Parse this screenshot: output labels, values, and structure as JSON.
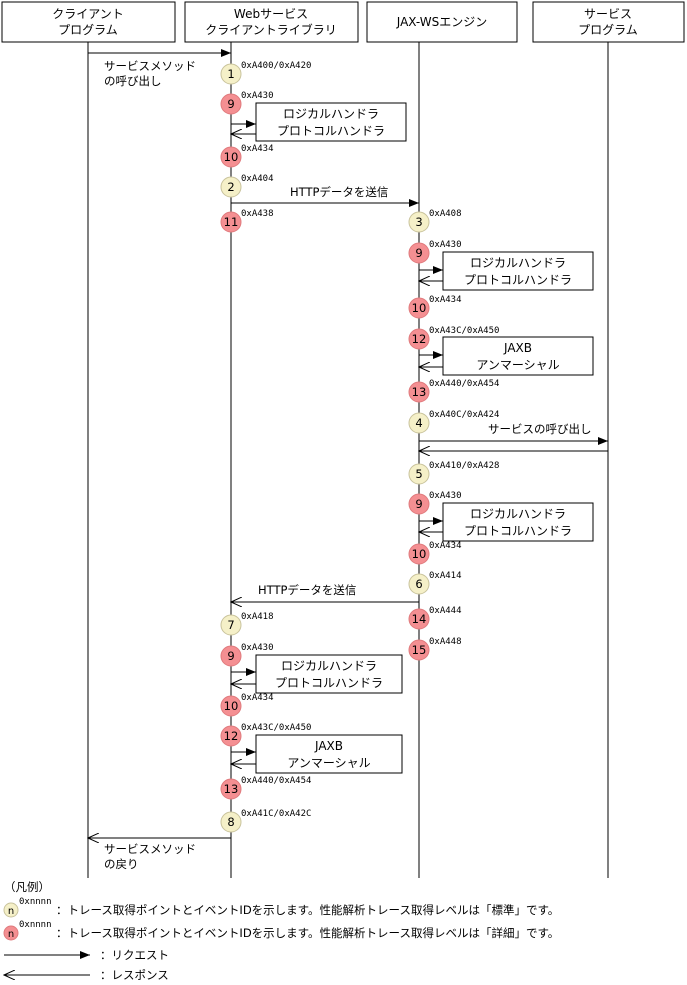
{
  "participants": [
    {
      "id": "client",
      "line1": "クライアント",
      "line2": "プログラム"
    },
    {
      "id": "wslib",
      "line1": "Webサービス",
      "line2": "クライアントライブラリ"
    },
    {
      "id": "jaxws",
      "line1": "JAX-WSエンジン",
      "line2": ""
    },
    {
      "id": "service",
      "line1": "サービス",
      "line2": "プログラム"
    }
  ],
  "messages": [
    {
      "id": "m1",
      "lines": [
        "サービスメソッド",
        "の呼び出し"
      ],
      "type": "request"
    },
    {
      "id": "m2",
      "lines": [
        "HTTPデータを送信"
      ],
      "type": "request"
    },
    {
      "id": "m3",
      "lines": [
        "サービスの呼び出し"
      ],
      "type": "request"
    },
    {
      "id": "m4",
      "lines": [
        "HTTPデータを送信"
      ],
      "type": "response"
    },
    {
      "id": "m5",
      "lines": [
        "サービスメソッド",
        "の戻り"
      ],
      "type": "response"
    }
  ],
  "trace_points": [
    {
      "n": "1",
      "level": "standard",
      "code": "0xA400/0xA420"
    },
    {
      "n": "9",
      "level": "detail",
      "code": "0xA430"
    },
    {
      "n": "10",
      "level": "detail",
      "code": "0xA434"
    },
    {
      "n": "2",
      "level": "standard",
      "code": "0xA404"
    },
    {
      "n": "11",
      "level": "detail",
      "code": "0xA438"
    },
    {
      "n": "3",
      "level": "standard",
      "code": "0xA408"
    },
    {
      "n": "9",
      "level": "detail",
      "code": "0xA430"
    },
    {
      "n": "10",
      "level": "detail",
      "code": "0xA434"
    },
    {
      "n": "12",
      "level": "detail",
      "code": "0xA43C/0xA450"
    },
    {
      "n": "13",
      "level": "detail",
      "code": "0xA440/0xA454"
    },
    {
      "n": "4",
      "level": "standard",
      "code": "0xA40C/0xA424"
    },
    {
      "n": "5",
      "level": "standard",
      "code": "0xA410/0xA428"
    },
    {
      "n": "9",
      "level": "detail",
      "code": "0xA430"
    },
    {
      "n": "10",
      "level": "detail",
      "code": "0xA434"
    },
    {
      "n": "6",
      "level": "standard",
      "code": "0xA414"
    },
    {
      "n": "14",
      "level": "detail",
      "code": "0xA444"
    },
    {
      "n": "15",
      "level": "detail",
      "code": "0xA448"
    },
    {
      "n": "7",
      "level": "standard",
      "code": "0xA418"
    },
    {
      "n": "9",
      "level": "detail",
      "code": "0xA430"
    },
    {
      "n": "10",
      "level": "detail",
      "code": "0xA434"
    },
    {
      "n": "12",
      "level": "detail",
      "code": "0xA43C/0xA450"
    },
    {
      "n": "13",
      "level": "detail",
      "code": "0xA440/0xA454"
    },
    {
      "n": "8",
      "level": "standard",
      "code": "0xA41C/0xA42C"
    }
  ],
  "boxes": [
    {
      "id": "b1",
      "lines": [
        "ロジカルハンドラ",
        "プロトコルハンドラ"
      ]
    },
    {
      "id": "b2",
      "lines": [
        "ロジカルハンドラ",
        "プロトコルハンドラ"
      ]
    },
    {
      "id": "b3",
      "lines": [
        "JAXB",
        "アンマーシャル"
      ]
    },
    {
      "id": "b4",
      "lines": [
        "ロジカルハンドラ",
        "プロトコルハンドラ"
      ]
    },
    {
      "id": "b5",
      "lines": [
        "ロジカルハンドラ",
        "プロトコルハンドラ"
      ]
    },
    {
      "id": "b6",
      "lines": [
        "JAXB",
        "アンマーシャル"
      ]
    }
  ],
  "legend": {
    "title": "（凡例）",
    "symbol_n": "n",
    "symbol_code": "0xnnnn",
    "standard_text": "：トレース取得ポイントとイベントIDを示します。性能解析トレース取得レベルは「標準」です。",
    "detail_text": "：トレース取得ポイントとイベントIDを示します。性能解析トレース取得レベルは「詳細」です。",
    "request_text": "：リクエスト",
    "response_text": "：レスポンス"
  },
  "colors": {
    "standard_fill": "#f5f0c8",
    "detail_fill": "#f48f92",
    "line": "#000000"
  }
}
